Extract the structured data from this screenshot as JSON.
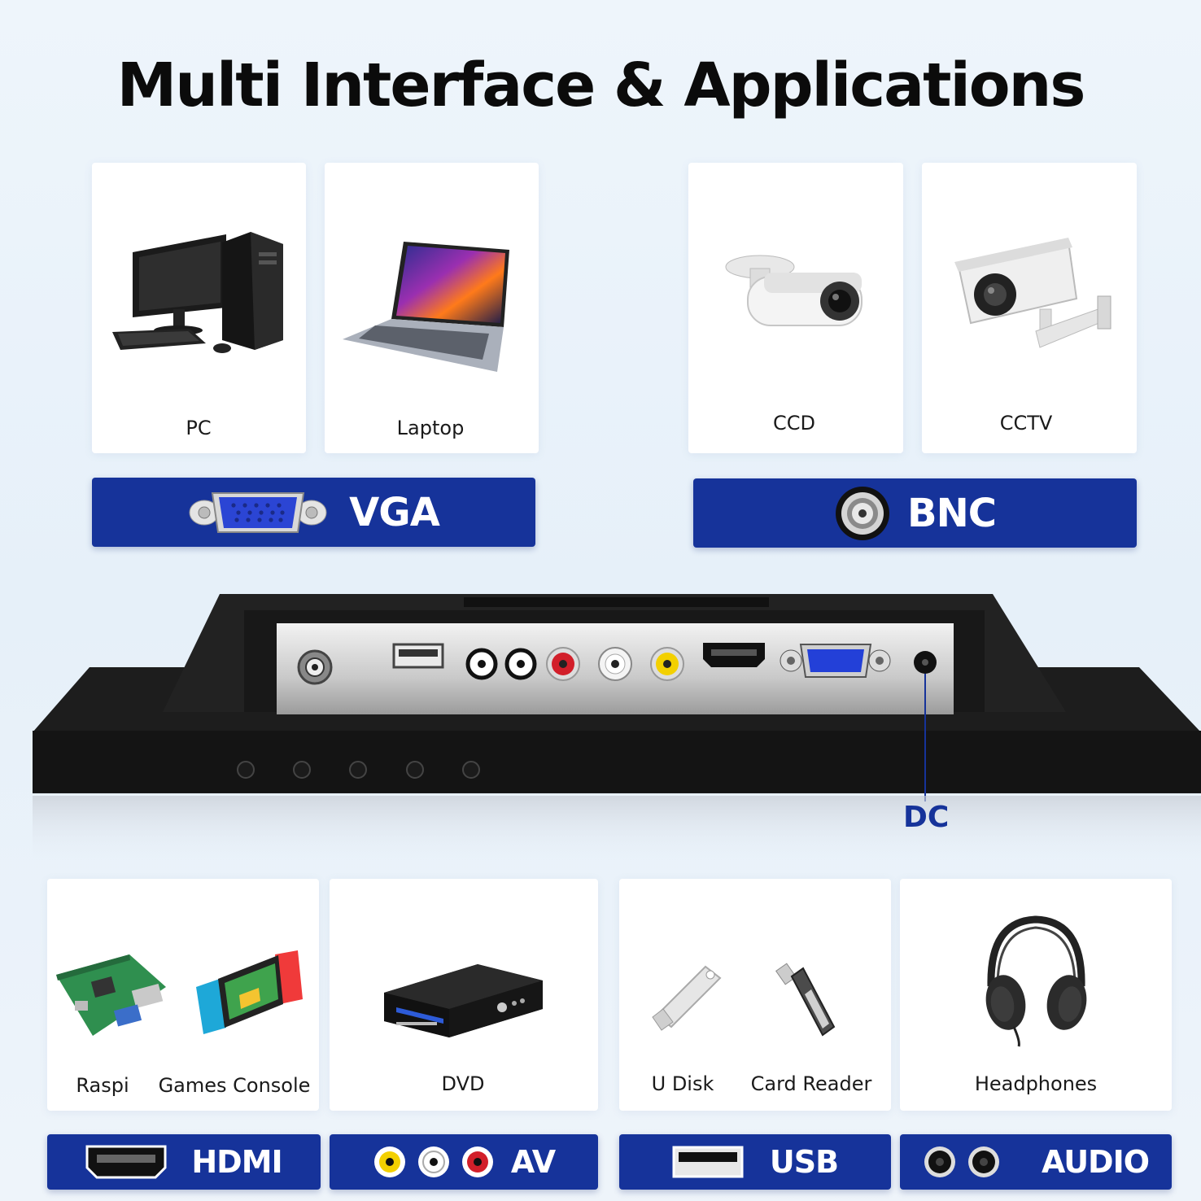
{
  "title": "Multi Interface & Applications",
  "top_groups": [
    {
      "interface": "VGA",
      "devices": [
        "PC",
        "Laptop"
      ]
    },
    {
      "interface": "BNC",
      "devices": [
        "CCD",
        "CCTV"
      ]
    }
  ],
  "bottom_groups": [
    {
      "interface": "HDMI",
      "devices": [
        "Raspi",
        "Games Console"
      ]
    },
    {
      "interface": "AV",
      "devices": [
        "DVD"
      ]
    },
    {
      "interface": "USB",
      "devices": [
        "U Disk",
        "Card Reader"
      ]
    },
    {
      "interface": "AUDIO",
      "devices": [
        "Headphones"
      ]
    }
  ],
  "dc_label": "DC",
  "colors": {
    "banner": "#16339a",
    "accent": "#16339a",
    "background": "#eaf2fa"
  },
  "icons": [
    "vga-connector-icon",
    "bnc-connector-icon",
    "hdmi-port-icon",
    "rca-av-icon",
    "usb-port-icon",
    "audio-jack-icon"
  ]
}
